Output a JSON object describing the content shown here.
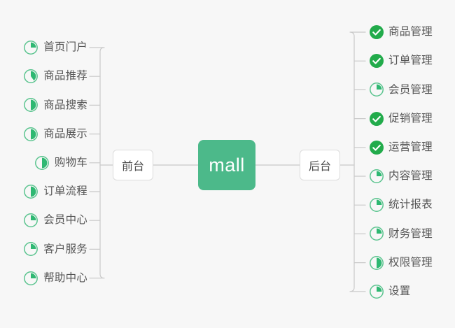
{
  "diagram": {
    "type": "mindmap",
    "background_color": "#f7f7f7",
    "root": {
      "label": "mall",
      "color": "#4cb98a",
      "text_color": "#ffffff"
    },
    "branches": [
      {
        "id": "frontend",
        "label": "前台",
        "side": "left",
        "items": [
          {
            "label": "首页门户",
            "icon": "pie-progress-icon",
            "progress": 25,
            "status": "in-progress"
          },
          {
            "label": "商品推荐",
            "icon": "pie-progress-icon",
            "progress": 40,
            "status": "in-progress"
          },
          {
            "label": "商品搜索",
            "icon": "pie-progress-icon",
            "progress": 50,
            "status": "in-progress"
          },
          {
            "label": "商品展示",
            "icon": "pie-progress-icon",
            "progress": 50,
            "status": "in-progress"
          },
          {
            "label": "购物车",
            "icon": "pie-progress-icon",
            "progress": 50,
            "status": "in-progress"
          },
          {
            "label": "订单流程",
            "icon": "pie-progress-icon",
            "progress": 50,
            "status": "in-progress"
          },
          {
            "label": "会员中心",
            "icon": "pie-progress-icon",
            "progress": 25,
            "status": "in-progress"
          },
          {
            "label": "客户服务",
            "icon": "pie-progress-icon",
            "progress": 25,
            "status": "in-progress"
          },
          {
            "label": "帮助中心",
            "icon": "pie-progress-icon",
            "progress": 25,
            "status": "in-progress"
          }
        ]
      },
      {
        "id": "backend",
        "label": "后台",
        "side": "right",
        "items": [
          {
            "label": "商品管理",
            "icon": "check-circle-icon",
            "progress": 100,
            "status": "done"
          },
          {
            "label": "订单管理",
            "icon": "check-circle-icon",
            "progress": 100,
            "status": "done"
          },
          {
            "label": "会员管理",
            "icon": "pie-progress-icon",
            "progress": 25,
            "status": "in-progress"
          },
          {
            "label": "促销管理",
            "icon": "check-circle-icon",
            "progress": 100,
            "status": "done"
          },
          {
            "label": "运营管理",
            "icon": "check-circle-icon",
            "progress": 100,
            "status": "done"
          },
          {
            "label": "内容管理",
            "icon": "pie-progress-icon",
            "progress": 25,
            "status": "in-progress"
          },
          {
            "label": "统计报表",
            "icon": "pie-progress-icon",
            "progress": 25,
            "status": "in-progress"
          },
          {
            "label": "财务管理",
            "icon": "pie-progress-icon",
            "progress": 25,
            "status": "in-progress"
          },
          {
            "label": "权限管理",
            "icon": "pie-progress-icon",
            "progress": 50,
            "status": "in-progress"
          },
          {
            "label": "设置",
            "icon": "pie-progress-icon",
            "progress": 25,
            "status": "in-progress"
          }
        ]
      }
    ],
    "colors": {
      "accent_green": "#4cb98a",
      "done_green": "#22ab4b",
      "progress_green": "#2eb872",
      "pie_ring": "#5bc48f",
      "connector_line": "#c9c9c9",
      "box_border": "#dcdcdc",
      "text": "#555555"
    }
  }
}
